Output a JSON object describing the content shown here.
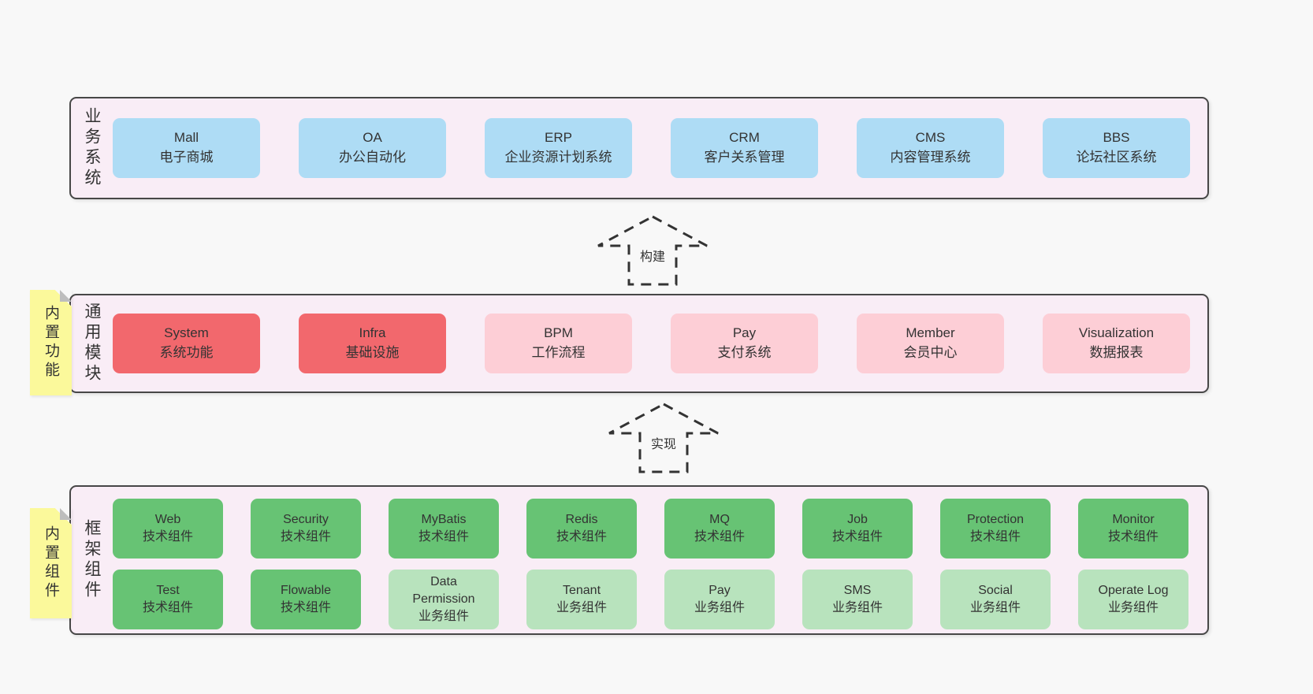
{
  "palette": {
    "page_bg": "#f8f8f8",
    "panel_bg": "#f9edf6",
    "panel_border": "#474747",
    "blue_box": "#aedcf5",
    "red_box": "#f2686d",
    "pink_box": "#fdced6",
    "green_box": "#67c374",
    "green_light_box": "#b8e3bd",
    "sticky_yellow": "#fbf99b",
    "sticky_fold_gray": "#bdbdbd",
    "text": "#333333"
  },
  "sections": [
    {
      "id": "business",
      "label": "业务系统",
      "sticky": null,
      "rows": [
        [
          {
            "en": "Mall",
            "cn": "电子商城",
            "type": "blue"
          },
          {
            "en": "OA",
            "cn": "办公自动化",
            "type": "blue"
          },
          {
            "en": "ERP",
            "cn": "企业资源计划系统",
            "type": "blue"
          },
          {
            "en": "CRM",
            "cn": "客户关系管理",
            "type": "blue"
          },
          {
            "en": "CMS",
            "cn": "内容管理系统",
            "type": "blue"
          },
          {
            "en": "BBS",
            "cn": "论坛社区系统",
            "type": "blue"
          }
        ]
      ]
    },
    {
      "id": "modules",
      "label": "通用模块",
      "sticky": "内置功能",
      "rows": [
        [
          {
            "en": "System",
            "cn": "系统功能",
            "type": "red"
          },
          {
            "en": "Infra",
            "cn": "基础设施",
            "type": "red"
          },
          {
            "en": "BPM",
            "cn": "工作流程",
            "type": "pink"
          },
          {
            "en": "Pay",
            "cn": "支付系统",
            "type": "pink"
          },
          {
            "en": "Member",
            "cn": "会员中心",
            "type": "pink"
          },
          {
            "en": "Visualization",
            "cn": "数据报表",
            "type": "pink"
          }
        ]
      ]
    },
    {
      "id": "components",
      "label": "框架组件",
      "sticky": "内置组件",
      "rows": [
        [
          {
            "en": "Web",
            "cn": "技术组件",
            "type": "green"
          },
          {
            "en": "Security",
            "cn": "技术组件",
            "type": "green"
          },
          {
            "en": "MyBatis",
            "cn": "技术组件",
            "type": "green"
          },
          {
            "en": "Redis",
            "cn": "技术组件",
            "type": "green"
          },
          {
            "en": "MQ",
            "cn": "技术组件",
            "type": "green"
          },
          {
            "en": "Job",
            "cn": "技术组件",
            "type": "green"
          },
          {
            "en": "Protection",
            "cn": "技术组件",
            "type": "green"
          },
          {
            "en": "Monitor",
            "cn": "技术组件",
            "type": "green"
          }
        ],
        [
          {
            "en": "Test",
            "cn": "技术组件",
            "type": "green"
          },
          {
            "en": "Flowable",
            "cn": "技术组件",
            "type": "green"
          },
          {
            "en": "Data Permission",
            "cn": "业务组件",
            "type": "green-light"
          },
          {
            "en": "Tenant",
            "cn": "业务组件",
            "type": "green-light"
          },
          {
            "en": "Pay",
            "cn": "业务组件",
            "type": "green-light"
          },
          {
            "en": "SMS",
            "cn": "业务组件",
            "type": "green-light"
          },
          {
            "en": "Social",
            "cn": "业务组件",
            "type": "green-light"
          },
          {
            "en": "Operate Log",
            "cn": "业务组件",
            "type": "green-light"
          }
        ]
      ]
    }
  ],
  "arrows": [
    {
      "label": "构建"
    },
    {
      "label": "实现"
    }
  ]
}
